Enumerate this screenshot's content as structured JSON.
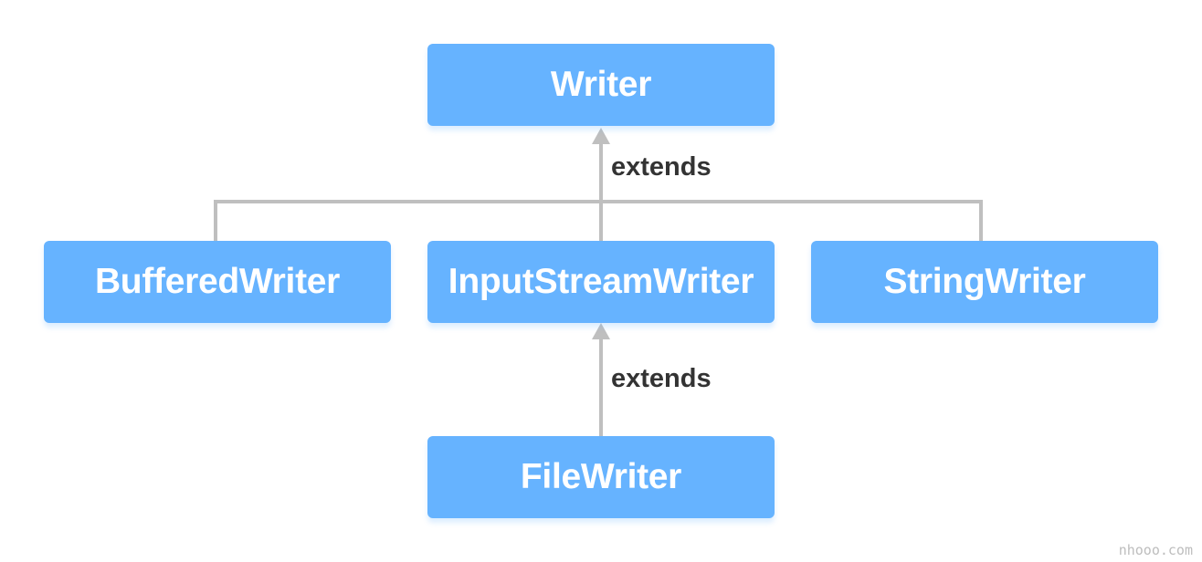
{
  "diagram": {
    "nodes": {
      "writer": "Writer",
      "buffered_writer": "BufferedWriter",
      "input_stream_writer": "InputStreamWriter",
      "string_writer": "StringWriter",
      "file_writer": "FileWriter"
    },
    "edge_labels": {
      "children_to_writer": "extends",
      "file_to_input": "extends"
    },
    "colors": {
      "node_fill": "#66b3ff",
      "node_text": "#ffffff",
      "connector": "#bfbfbf",
      "label_text": "#333333"
    }
  },
  "watermark": "nhooo.com"
}
